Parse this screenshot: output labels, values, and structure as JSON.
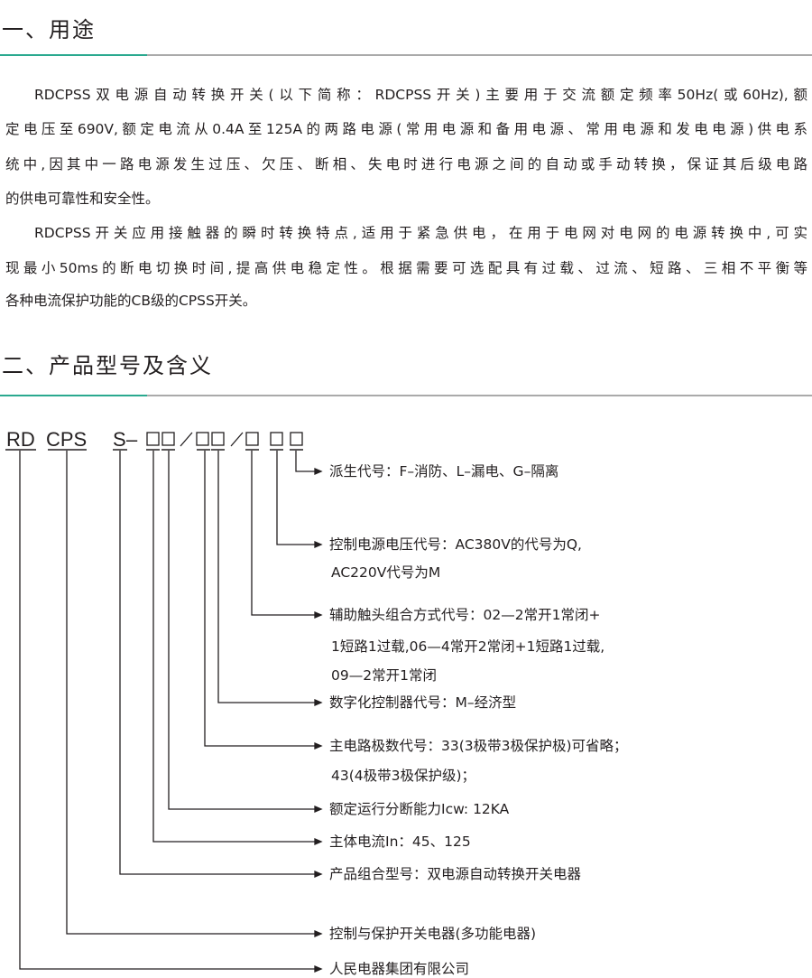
{
  "section1": {
    "title": "一、用途",
    "lines": [
      "RDCPSS双电源自动转换开关(以下简称：RDCPSS开关)主要用于交流额定频率50Hz(或60Hz),额",
      "定电压至690V,额定电流从0.4A至125A的两路电源(常用电源和备用电源、常用电源和发电电源)供电系",
      "统中,因其中一路电源发生过压、欠压、断相、失电时进行电源之间的自动或手动转换，保证其后级电路",
      "的供电可靠性和安全性。",
      "RDCPSS开关应用接触器的瞬时转换特点,适用于紧急供电，在用于电网对电网的电源转换中,可实",
      "现最小50ms的断电切换时间,提高供电稳定性。根据需要可选配具有过载、过流、短路、三相不平衡等",
      "各种电流保护功能的CB级的CPSS开关。"
    ]
  },
  "section2": {
    "title": "二、产品型号及含义",
    "code": {
      "rd": "RD",
      "cps": "CPS",
      "s": "S",
      "dash": "–",
      "slash": "/"
    },
    "labels": [
      {
        "lines": [
          "派生代号：F–消防、L–漏电、G–隔离"
        ]
      },
      {
        "lines": [
          "控制电源电压代号：AC380V的代号为Q,",
          "AC220V代号为M"
        ]
      },
      {
        "lines": [
          "辅助触头组合方式代号：02—2常开1常闭+",
          "1短路1过载,06—4常开2常闭+1短路1过载,",
          "09—2常开1常闭"
        ]
      },
      {
        "lines": [
          "数字化控制器代号：M–经济型"
        ]
      },
      {
        "lines": [
          "主电路极数代号：33(3极带3极保护极)可省略；",
          "43(4极带3极保护级)；"
        ]
      },
      {
        "lines": [
          "额定运行分断能力Icw: 12KA"
        ]
      },
      {
        "lines": [
          "主体电流In：45、125"
        ]
      },
      {
        "lines": [
          "产品组合型号：双电源自动转换开关电器"
        ]
      },
      {
        "lines": [
          "控制与保护开关电器(多功能电器)"
        ]
      },
      {
        "lines": [
          "人民电器集团有限公司"
        ]
      }
    ]
  },
  "colors": {
    "accent": "#2aa98f",
    "rule": "#aaaaaa",
    "text": "#231f20"
  }
}
